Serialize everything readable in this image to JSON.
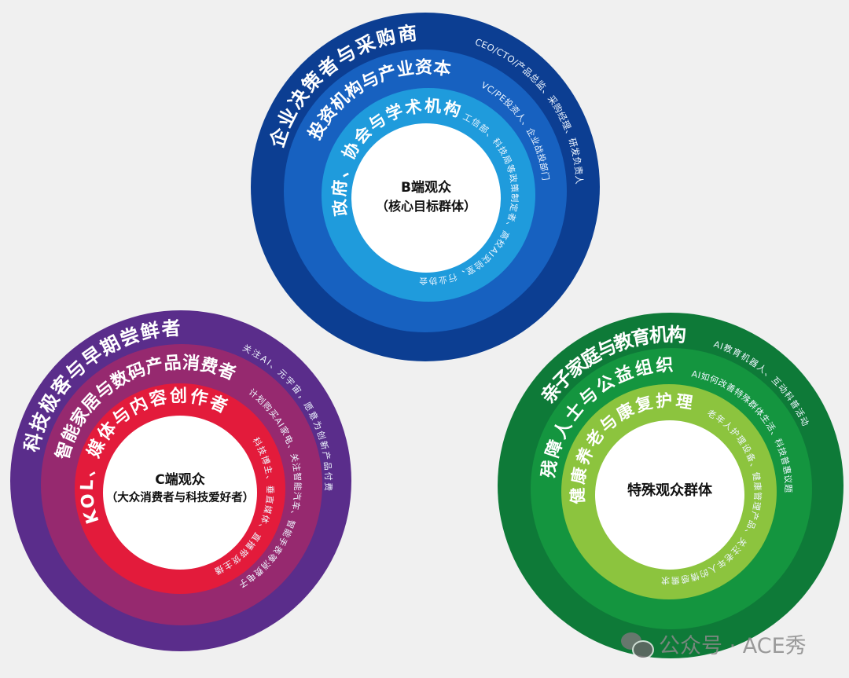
{
  "audiences": [
    {
      "id": "b",
      "center": [
        "B端观众",
        "（核心目标群体）"
      ],
      "colors": [
        "#0c3e92",
        "#1761c0",
        "#1f9bdc",
        "#ffffff"
      ],
      "detail_color": "#d8ecff",
      "rings": [
        {
          "title": "企业决策者与采购商",
          "detail": "CEO/CTO/产品总监、采购经理、研发负责人"
        },
        {
          "title": "投资机构与产业资本",
          "detail": "VC/PE投资人、企业战投部门"
        },
        {
          "title": "政府、协会与学术机构",
          "detail": "工信部、科技局等政策制定者、高校AI实验室、行业协会"
        }
      ]
    },
    {
      "id": "c",
      "center": [
        "C端观众",
        "（大众消费者与科技爱好者）"
      ],
      "colors": [
        "#5a2d8b",
        "#96296f",
        "#e31b3b",
        "#ffffff"
      ],
      "detail_color": "#ffe4ef",
      "rings": [
        {
          "title": "科技极客与早期尝鲜者",
          "detail": "关注AI、元宇宙，愿意为创新产品付费"
        },
        {
          "title": "智能家居与数码产品消费者",
          "detail": "计划购买AI家电、关注智能汽车、智能手表等消费电子"
        },
        {
          "title": "KOL、媒体与内容创作者",
          "detail": "科技博主、垂直媒体、直播带货主播"
        }
      ]
    },
    {
      "id": "special",
      "center": [
        "特殊观众群体"
      ],
      "colors": [
        "#0e7a38",
        "#14953f",
        "#8cc43e",
        "#ffffff"
      ],
      "detail_color": "#e4f7dc",
      "rings": [
        {
          "title": "亲子家庭与教育机构",
          "detail": "AI教育机器人、互动科普活动"
        },
        {
          "title": "残障人士与公益组织",
          "detail": "AI如何改善特殊群体生活、科技普惠议题"
        },
        {
          "title": "健康养老与康复护理",
          "detail": "老年人护理设备、健康管理产品、关注老年人的情感需求"
        }
      ]
    }
  ],
  "watermark": {
    "icon": "wechat-icon",
    "text": "公众号 · ACE秀"
  }
}
